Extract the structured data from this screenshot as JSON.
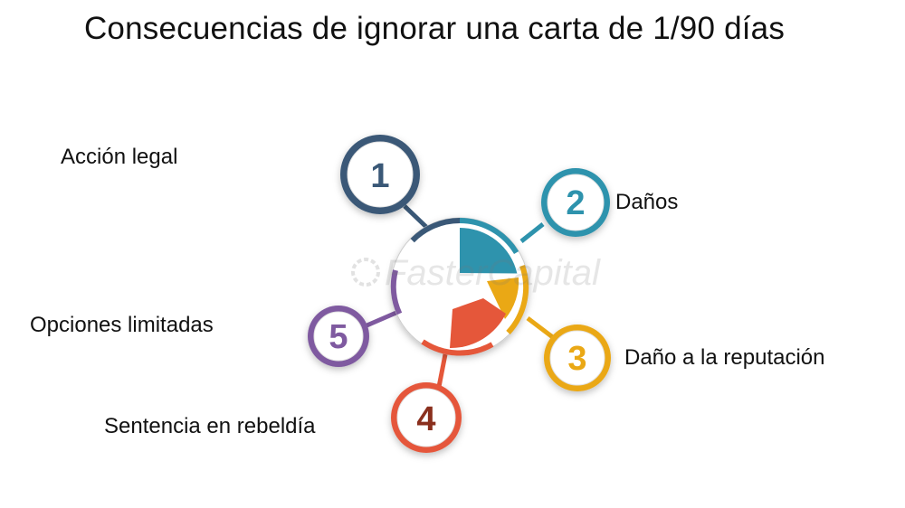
{
  "title": "Consecuencias de ignorar una carta de 1/90 días",
  "watermark": "FasterCapital",
  "items": [
    {
      "number": "1",
      "label": "Acción legal",
      "color": "#3a5877"
    },
    {
      "number": "2",
      "label": "Daños",
      "color": "#2e93ad"
    },
    {
      "number": "3",
      "label": "Daño a la reputación",
      "color": "#eaa815"
    },
    {
      "number": "4",
      "label": "Sentencia en rebeldía",
      "color": "#e5573a"
    },
    {
      "number": "5",
      "label": "Opciones limitadas",
      "color": "#7f5aa0"
    }
  ]
}
